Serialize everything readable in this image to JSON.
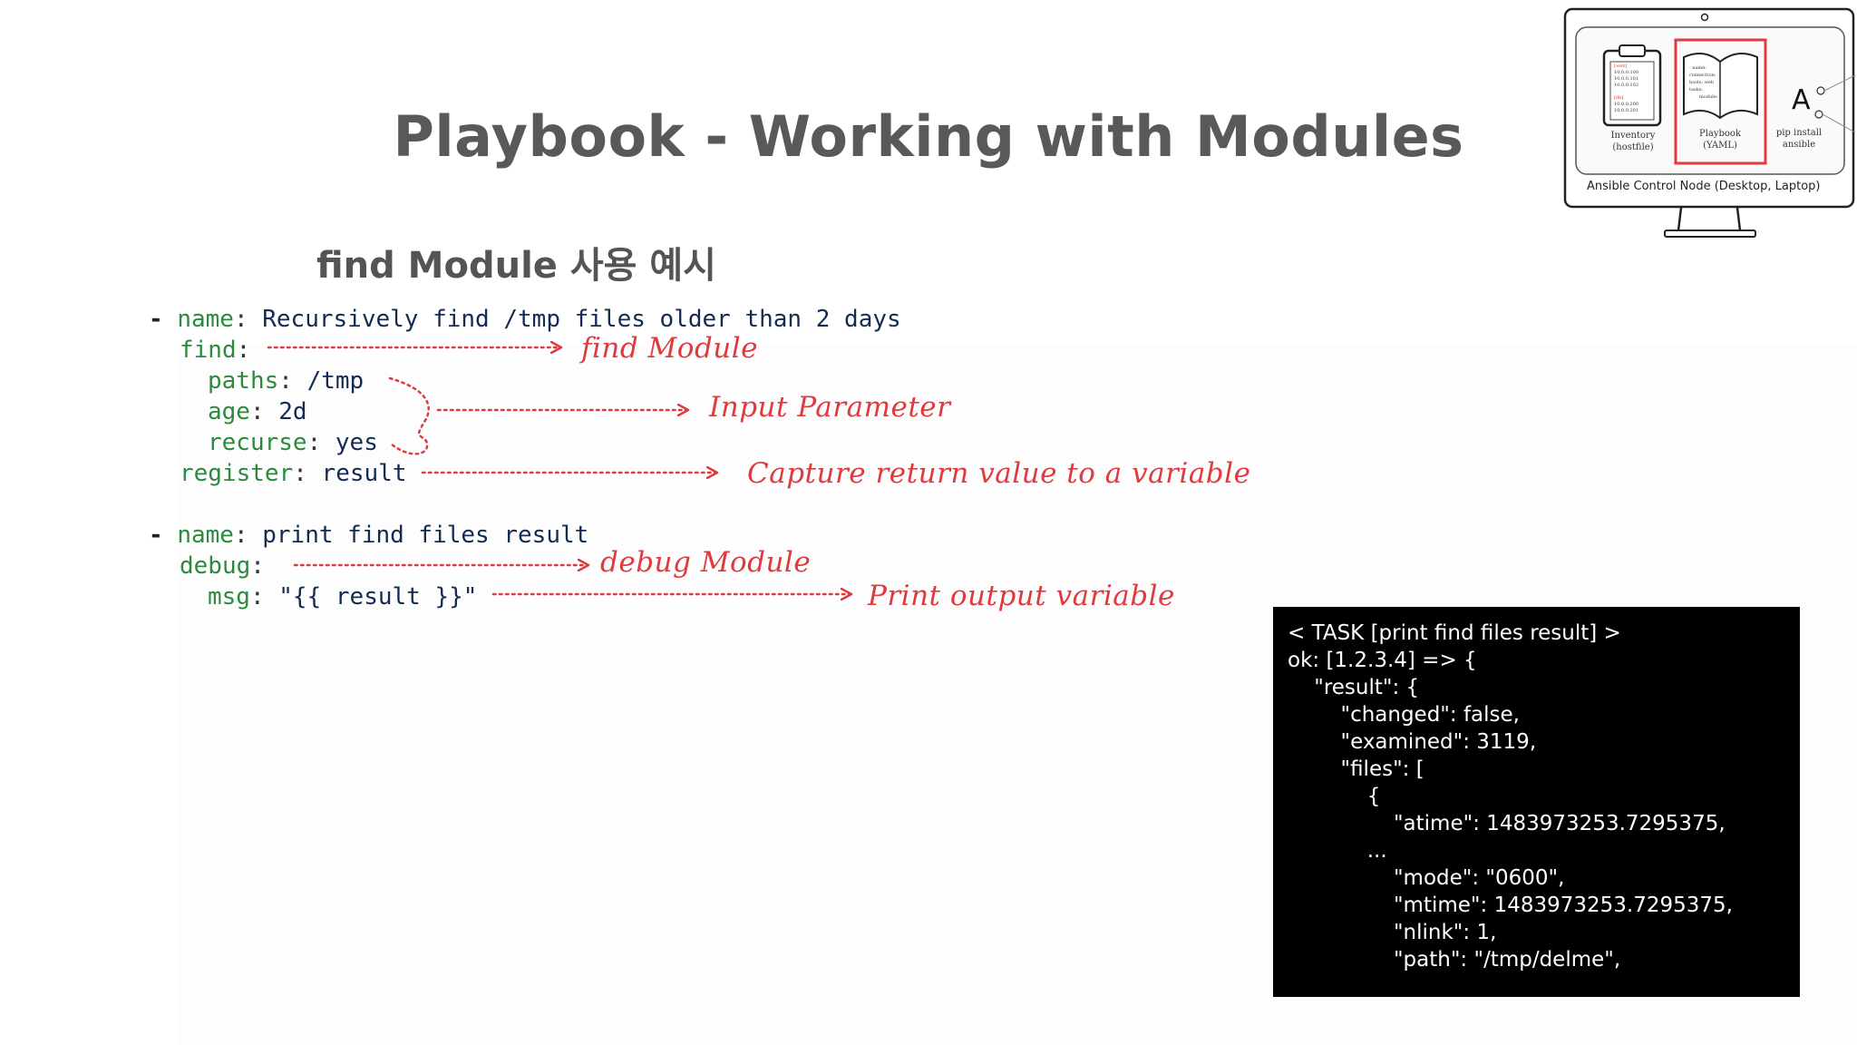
{
  "slide": {
    "title": "Playbook - Working with Modules",
    "subtitle": "find Module 사용 예시"
  },
  "code": {
    "task1": {
      "dash": "-",
      "name_key": "name",
      "name_value": "Recursively find /tmp files older than 2 days",
      "find_key": "find",
      "paths_key": "paths",
      "paths_value": "/tmp",
      "age_key": "age",
      "age_value": "2d",
      "recurse_key": "recurse",
      "recurse_value": "yes",
      "register_key": "register",
      "register_value": "result"
    },
    "task2": {
      "dash": "-",
      "name_key": "name",
      "name_value": "print find files result",
      "debug_key": "debug",
      "msg_key": "msg",
      "msg_value": "\"{{ result }}\""
    }
  },
  "annotations": {
    "find_module": "find Module",
    "input_parameter": "Input Parameter",
    "capture_return": "Capture return value to a variable",
    "debug_module": "debug Module",
    "print_output": "Print output variable",
    "color": "#e0393e"
  },
  "terminal_output": {
    "lines": [
      "< TASK [print find files result] >",
      "ok: [1.2.3.4] => {",
      "    \"result\": {",
      "        \"changed\": false,",
      "        \"examined\": 3119,",
      "        \"files\": [",
      "            {",
      "                \"atime\": 1483973253.7295375,",
      "            ...",
      "                \"mode\": \"0600\",",
      "                \"mtime\": 1483973253.7295375,",
      "                \"nlink\": 1,",
      "                \"path\": \"/tmp/delme\","
    ]
  },
  "control_node_diagram": {
    "inventory_label": "Inventory\n(hostfile)",
    "playbook_label": "Playbook\n(YAML)",
    "pip_label": "pip install\nansible",
    "caption": "Ansible Control Node (Desktop, Laptop)",
    "ansible_logo": "A",
    "inventory_lines": [
      "[web]",
      "10.0.0.100",
      "10.0.0.101",
      "10.0.0.102",
      "[db]",
      "10.0.0.200",
      "10.0.0.201"
    ],
    "playbook_lines": [
      "- name:",
      "connection:",
      "hosts: web",
      "tasks:",
      "module:"
    ],
    "colors": {
      "highlight": "#e0393e"
    }
  }
}
